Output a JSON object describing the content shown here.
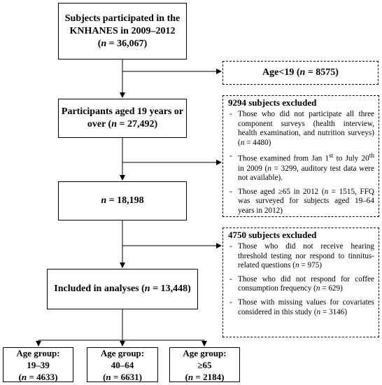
{
  "nodes": {
    "start": {
      "line1": "Subjects participated in the",
      "line2": "KNHANES in 2009–2012",
      "n_label": "n",
      "n_value": " = 36,067)"
    },
    "age_excl": {
      "prefix": "Age<19 (",
      "n_label": "n",
      "suffix": " = 8575)"
    },
    "adults": {
      "line1": "Participants aged 19 years or",
      "line2a": "over (",
      "n_label": "n",
      "line2b": " = 27,492)"
    },
    "mid": {
      "n_label": "n",
      "value": " = 18,198"
    },
    "analysis": {
      "prefix": "Included in analyses (",
      "n_label": "n",
      "suffix": " = 13,448)"
    },
    "groups": [
      {
        "line1": "Age group:",
        "line2": "19–39",
        "n_label": "n",
        "n_value": " = 4633)"
      },
      {
        "line1": "Age group:",
        "line2": "40–64",
        "n_label": "n",
        "n_value": " = 6631)"
      },
      {
        "line1": "Age group:",
        "line2": "≥65",
        "n_label": "n",
        "n_value": " = 2184)"
      }
    ]
  },
  "exclusion1": {
    "title": "9294 subjects excluded",
    "item1": {
      "text": "Those who did not participate all three component surveys (health interview, health examination, and nutrition surveys) (",
      "n_label": "n",
      "tail": " = 4480)"
    },
    "item2": {
      "text_a": "Those examined from Jan 1",
      "sup1": "st",
      "text_b": " to July 20",
      "sup2": "th",
      "text_c": " in 2009 (",
      "n_label": "n",
      "tail": " = 3299, auditory test data were not available)."
    },
    "item3": {
      "text": "Those aged ≥65 in 2012 (",
      "n_label": "n",
      "tail": " = 1515, FFQ was surveyed for subjects aged 19–64 years in 2012)"
    }
  },
  "exclusion2": {
    "title": "4750 subjects excluded",
    "item1": {
      "text": "Those who did not receive hearing threshold testing nor respond to tinnitus-related questions (",
      "n_label": "n",
      "tail": " = 975)"
    },
    "item2": {
      "text": "Those who did not respond for coffee consumption frequency (",
      "n_label": "n",
      "tail": " = 629)"
    },
    "item3": {
      "text": "Those with missing values for covariates considered in this study (",
      "n_label": "n",
      "tail": " = 3146)"
    }
  }
}
